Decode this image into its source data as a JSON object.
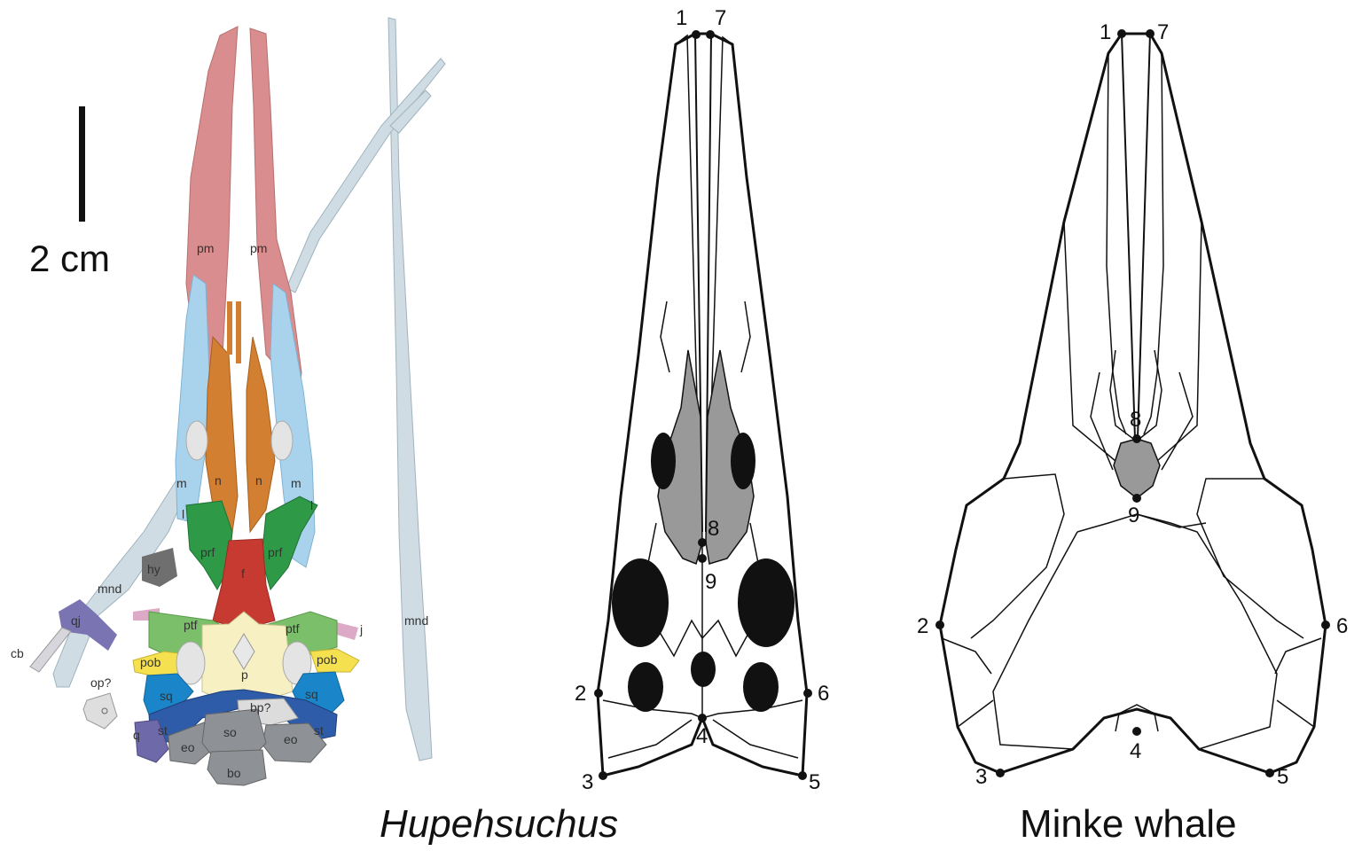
{
  "figure": {
    "scale_bar": {
      "label": "2 cm"
    },
    "panel_left": {
      "bone_labels": {
        "pm": "pm",
        "m": "m",
        "n": "n",
        "l": "l",
        "prf": "prf",
        "f": "f",
        "ptf": "ptf",
        "pob": "pob",
        "p": "p",
        "sq": "sq",
        "st": "st",
        "so": "so",
        "eo": "eo",
        "bo": "bo",
        "bp": "bp?",
        "q": "q",
        "qj": "qj",
        "cb": "cb",
        "op": "op?",
        "hy": "hy",
        "mnd": "mnd",
        "j": "j"
      },
      "colors": {
        "premaxilla": "#d98d8e",
        "maxilla": "#a9d3ec",
        "nasal": "#d27f32",
        "prefrontal": "#2e9a47",
        "frontal": "#c73a32",
        "postfrontal": "#7bbf6a",
        "postorbital": "#f5e050",
        "parietal": "#f6f0c3",
        "squamosal": "#1a86c9",
        "supratemporal": "#2e5ca8",
        "occipital": "#8e9196",
        "quadrate": "#6e69a8",
        "mandible": "#cfdce3",
        "hyoid": "#6f6f6f",
        "jugal": "#dca9c6"
      }
    },
    "panel_middle": {
      "caption": "Hupehsuchus",
      "landmarks": [
        "1",
        "2",
        "3",
        "4",
        "5",
        "6",
        "7",
        "8",
        "9"
      ]
    },
    "panel_right": {
      "caption": "Minke whale",
      "landmarks": [
        "1",
        "2",
        "3",
        "4",
        "5",
        "6",
        "7",
        "8",
        "9"
      ]
    }
  }
}
